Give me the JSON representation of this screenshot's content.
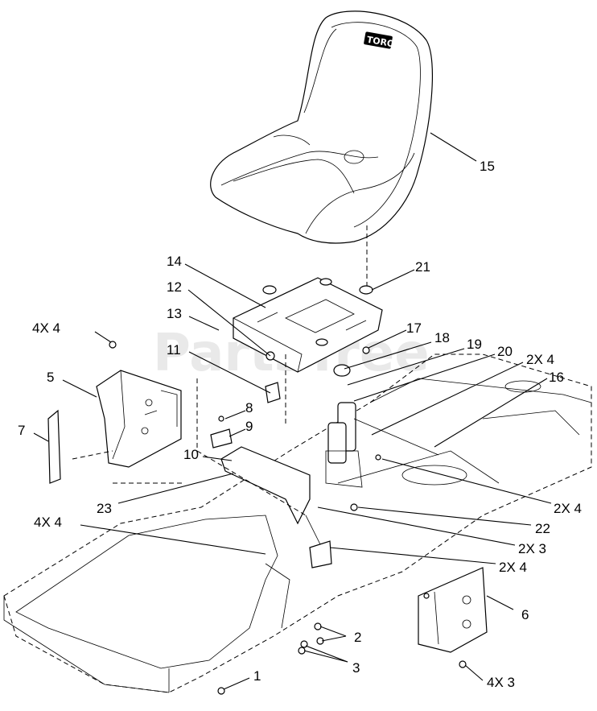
{
  "diagram": {
    "watermark": "PartsTree",
    "seat_logo": "TORO",
    "callouts": [
      {
        "id": "c1",
        "label": "1"
      },
      {
        "id": "c2",
        "label": "2"
      },
      {
        "id": "c3",
        "label": "3"
      },
      {
        "id": "c4x3",
        "label": "4X 3"
      },
      {
        "id": "c4x4a",
        "label": "4X 4"
      },
      {
        "id": "c4x4b",
        "label": "4X 4"
      },
      {
        "id": "c5",
        "label": "5"
      },
      {
        "id": "c6",
        "label": "6"
      },
      {
        "id": "c7",
        "label": "7"
      },
      {
        "id": "c8",
        "label": "8"
      },
      {
        "id": "c9",
        "label": "9"
      },
      {
        "id": "c10",
        "label": "10"
      },
      {
        "id": "c11",
        "label": "11"
      },
      {
        "id": "c12",
        "label": "12"
      },
      {
        "id": "c13",
        "label": "13"
      },
      {
        "id": "c14",
        "label": "14"
      },
      {
        "id": "c15",
        "label": "15"
      },
      {
        "id": "c16",
        "label": "16"
      },
      {
        "id": "c17",
        "label": "17"
      },
      {
        "id": "c18",
        "label": "18"
      },
      {
        "id": "c19",
        "label": "19"
      },
      {
        "id": "c20",
        "label": "20"
      },
      {
        "id": "c21",
        "label": "21"
      },
      {
        "id": "c22",
        "label": "22"
      },
      {
        "id": "c23",
        "label": "23"
      },
      {
        "id": "c2x4a",
        "label": "2X 4"
      },
      {
        "id": "c2x4b",
        "label": "2X 4"
      },
      {
        "id": "c2x4c",
        "label": "2X 4"
      },
      {
        "id": "c2x3",
        "label": "2X 3"
      }
    ]
  }
}
